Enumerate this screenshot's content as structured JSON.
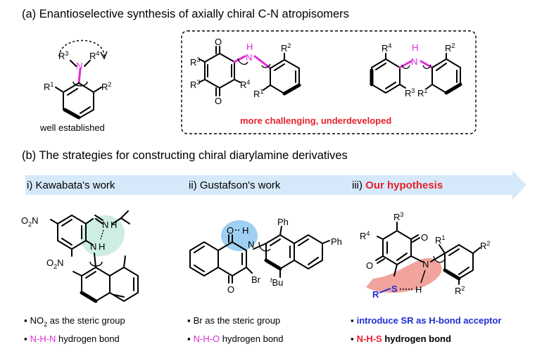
{
  "colors": {
    "magenta": "#e02cd9",
    "red": "#e8212a",
    "blue": "#1f2dd6",
    "arrow": "#d6e9fa",
    "green_blob": "#cdeee0",
    "blue_blob": "#9fd0f2",
    "red_blob": "#f2a49c"
  },
  "section_a": {
    "title": "(a) Enantioselective synthesis of axially chiral C-N atropisomers",
    "left_caption": "well established",
    "box_caption": "more challenging, underdeveloped",
    "atoms": {
      "N": "N",
      "H": "H",
      "R1": "R",
      "R1_sup": "1",
      "R2": "R",
      "R2_sup": "2",
      "R3": "R",
      "R3_sup": "3",
      "R4": "R",
      "R4_sup": "4",
      "O": "O"
    }
  },
  "section_b": {
    "title": "(b) The strategies for constructing chiral diarylamine derivatives",
    "steps": [
      {
        "label": "i) Kawabata's work"
      },
      {
        "label": "ii) Gustafson's work"
      },
      {
        "label_prefix": "iii) ",
        "label_highlight": "Our hypothesis"
      }
    ],
    "atoms": {
      "O2N": "O",
      "sub2": "2",
      "N_tail": "N",
      "Ph": "Ph",
      "Br": "Br",
      "tBu_t": "t",
      "tBu": "Bu",
      "S": "S",
      "R": "R"
    },
    "notes": {
      "col1": [
        {
          "bullet": "▪",
          "pre": "NO",
          "sub": "2",
          "text": " as the steric group"
        },
        {
          "bullet": "▪",
          "highlight": "N-H-N",
          "text": " hydrogen bond"
        }
      ],
      "col2": [
        {
          "bullet": "▪",
          "text": "Br as the steric group"
        },
        {
          "bullet": "▪",
          "highlight": "N-H-O",
          "text": " hydrogen bond"
        }
      ],
      "col3": [
        {
          "bullet": "▪",
          "text": "introduce SR as H-bond acceptor"
        },
        {
          "bullet": "▪",
          "highlight": "N-H-S",
          "text": " hydrogen bond"
        }
      ]
    }
  }
}
